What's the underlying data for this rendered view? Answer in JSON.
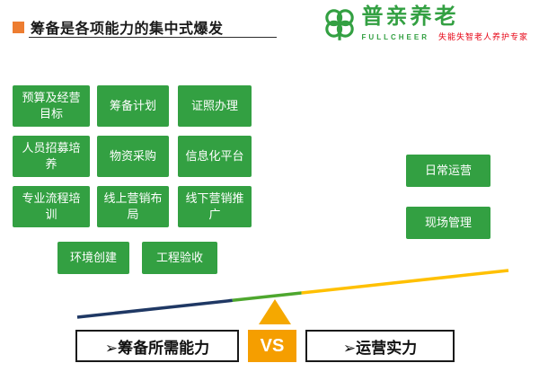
{
  "header": {
    "title": "筹备是各项能力的集中式爆发",
    "logo": {
      "brand": "普亲养老",
      "subbrand": "FULLCHEER",
      "tagline": "失能失智老人养护专家"
    }
  },
  "prep_capabilities": {
    "items": [
      "预算及经营目标",
      "筹备计划",
      "证照办理",
      "人员招募培养",
      "物资采购",
      "信息化平台",
      "专业流程培训",
      "线上营销布局",
      "线下营销推广",
      "环境创建",
      "工程验收"
    ]
  },
  "operation_capabilities": {
    "items": [
      "日常运营",
      "现场管理"
    ]
  },
  "comparison": {
    "left_label": "➢筹备所需能力",
    "vs_label": "VS",
    "right_label": "➢运营实力"
  },
  "colors": {
    "box_green": "#33A042",
    "title_bullet_orange": "#ED7D31",
    "vs_orange": "#F59E00",
    "beam_navy": "#1F3864",
    "beam_green": "#4EA72E",
    "beam_yellow": "#FFC000",
    "fulcrum_orange": "#F5A800",
    "tagline_red": "#E60012"
  }
}
